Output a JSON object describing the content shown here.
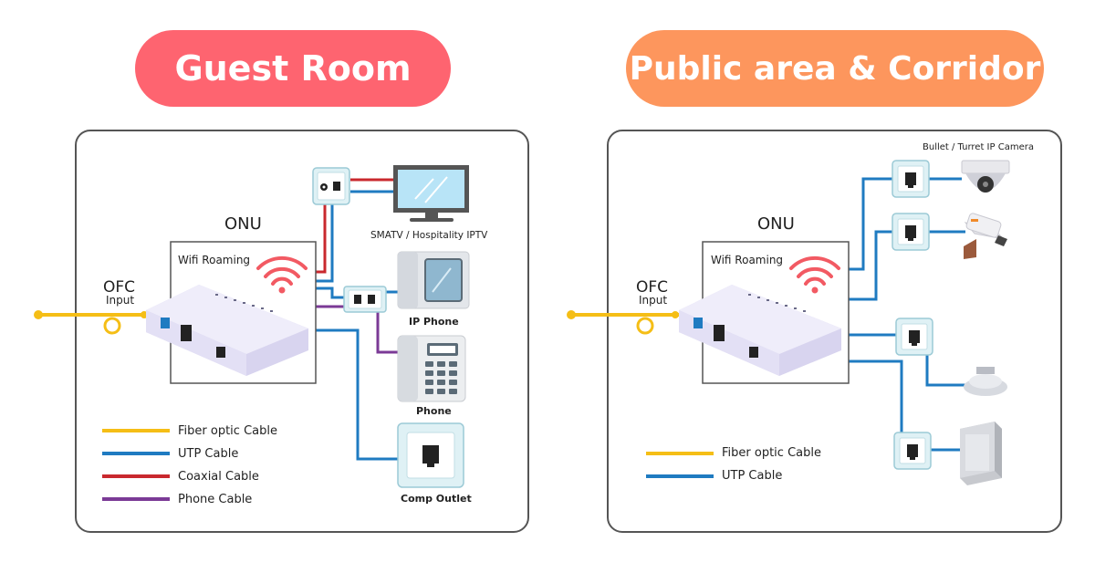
{
  "colors": {
    "guest_pill": "#fe6470",
    "public_pill": "#fd965d",
    "fiber": "#f5be16",
    "utp": "#1f7bc1",
    "coax": "#c9282e",
    "phone_cable": "#7b3a96",
    "panel_border": "#555555",
    "onu_body": "#e6e3f5",
    "wifi": "#f25a63"
  },
  "guest": {
    "title": "Guest Room",
    "onu_label": "ONU",
    "wifi_label": "Wifi Roaming",
    "ofc_label": "OFC",
    "input_label": "Input",
    "tv_label": "SMATV / Hospitality IPTV",
    "ip_phone_label": "IP Phone",
    "phone_label": "Phone",
    "comp_outlet_label": "Comp Outlet",
    "legend": [
      {
        "label": "Fiber optic Cable",
        "color": "#f5be16"
      },
      {
        "label": "UTP Cable",
        "color": "#1f7bc1"
      },
      {
        "label": "Coaxial Cable",
        "color": "#c9282e"
      },
      {
        "label": "Phone Cable",
        "color": "#7b3a96"
      }
    ]
  },
  "public": {
    "title": "Public area & Corridor",
    "onu_label": "ONU",
    "wifi_label": "Wifi Roaming",
    "ofc_label": "OFC",
    "input_label": "Input",
    "camera_label": "Bullet / Turret  IP Camera",
    "legend": [
      {
        "label": "Fiber optic Cable",
        "color": "#f5be16"
      },
      {
        "label": "UTP Cable",
        "color": "#1f7bc1"
      }
    ]
  },
  "icons": {
    "onu": "onu-router-icon",
    "wifi": "wifi-icon",
    "tv": "monitor-icon",
    "ip_phone": "ip-phone-icon",
    "phone": "desk-phone-icon",
    "outlet": "network-outlet-icon",
    "turret_camera": "turret-camera-icon",
    "bullet_camera": "bullet-camera-icon",
    "ceiling_speaker": "ceiling-speaker-icon",
    "speaker_box": "speaker-box-icon"
  }
}
